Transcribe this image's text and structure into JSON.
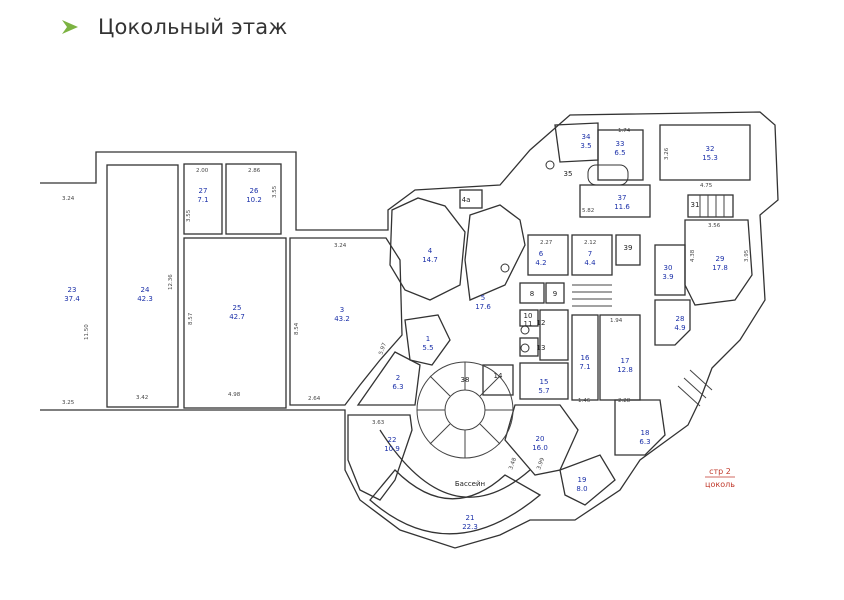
{
  "heading": {
    "title": "Цокольный этаж"
  },
  "colors": {
    "accent": "#7cb342",
    "label_blue": "#1a2fa8",
    "stamp_red": "#c0392b"
  },
  "rooms": [
    {
      "id": "r23",
      "num": "23",
      "area": "37.4"
    },
    {
      "id": "r24",
      "num": "24",
      "area": "42.3"
    },
    {
      "id": "r25",
      "num": "25",
      "area": "42.7"
    },
    {
      "id": "r27",
      "num": "27",
      "area": "7.1"
    },
    {
      "id": "r26",
      "num": "26",
      "area": "10.2"
    },
    {
      "id": "r3",
      "num": "3",
      "area": "43.2"
    },
    {
      "id": "r4",
      "num": "4",
      "area": "14.7"
    },
    {
      "id": "r1",
      "num": "1",
      "area": "5.5"
    },
    {
      "id": "r2",
      "num": "2",
      "area": "6.3"
    },
    {
      "id": "r5",
      "num": "5",
      "area": "17.6"
    },
    {
      "id": "r6",
      "num": "6",
      "area": "4.2"
    },
    {
      "id": "r7",
      "num": "7",
      "area": "4.4"
    },
    {
      "id": "r22",
      "num": "22",
      "area": "10.9"
    },
    {
      "id": "r21",
      "num": "21",
      "area": "22.3"
    },
    {
      "id": "r20",
      "num": "20",
      "area": "16.0"
    },
    {
      "id": "r19",
      "num": "19",
      "area": "8.0"
    },
    {
      "id": "r18",
      "num": "18",
      "area": "6.3"
    },
    {
      "id": "r17",
      "num": "17",
      "area": "12.8"
    },
    {
      "id": "r16",
      "num": "16",
      "area": "7.1"
    },
    {
      "id": "r15",
      "num": "15",
      "area": "5.7"
    },
    {
      "id": "r28",
      "num": "28",
      "area": "4.9"
    },
    {
      "id": "r29",
      "num": "29",
      "area": "17.8"
    },
    {
      "id": "r30",
      "num": "30",
      "area": "3.9"
    },
    {
      "id": "r32",
      "num": "32",
      "area": "15.3"
    },
    {
      "id": "r33",
      "num": "33",
      "area": "6.5"
    },
    {
      "id": "r34",
      "num": "34",
      "area": "3.5"
    },
    {
      "id": "r37",
      "num": "37",
      "area": "11.6"
    }
  ],
  "plain_labels": {
    "l8": "8",
    "l9": "9",
    "l10": "10",
    "l11": "11",
    "l12": "12",
    "l13": "13",
    "l14": "14",
    "l31": "31",
    "l35": "35",
    "l38": "38",
    "l39": "39",
    "l4a": "4а",
    "pool": "Бассейн"
  },
  "dims": {
    "d1": "3.24",
    "d2": "3.25",
    "d3": "11.50",
    "d4": "12.36",
    "d5": "3.42",
    "d6": "8.57",
    "d7": "4.98",
    "d8": "2.00",
    "d9": "2.86",
    "d10": "3.55",
    "d11": "3.55",
    "d12": "3.24",
    "d13": "8.54",
    "d14": "2.64",
    "d15": "5.97",
    "d16": "3.63",
    "d17": "3.48",
    "d18": "3.99",
    "d19": "1.46",
    "d20": "2.28",
    "d21": "1.94",
    "d22": "3.56",
    "d23": "4.75",
    "d24": "5.82",
    "d25": "3.26",
    "d26": "1.74",
    "d27": "2.27",
    "d28": "2.12",
    "d29": "3.95",
    "d30": "4.38"
  },
  "stamp": {
    "line1": "стр 2",
    "line2": "цоколь"
  }
}
